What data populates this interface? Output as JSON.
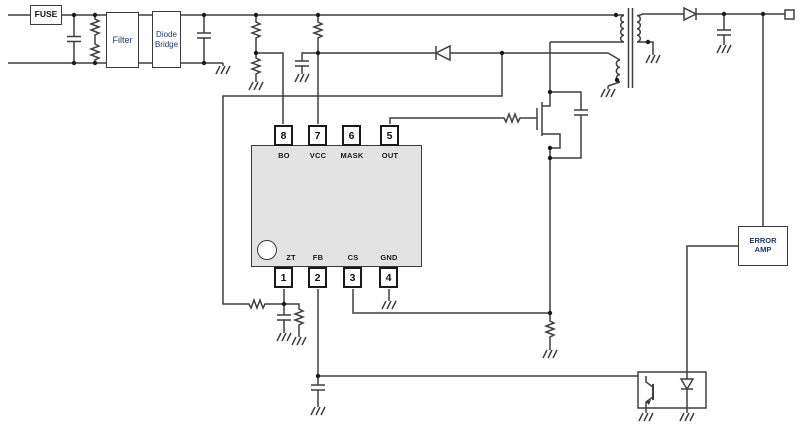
{
  "blocks": {
    "fuse_label": "FUSE",
    "filter_label": "Filter",
    "diode_bridge_line1": "Diode",
    "diode_bridge_line2": "Bridge",
    "error_amp_line1": "ERROR",
    "error_amp_line2": "AMP"
  },
  "ic": {
    "top_pins": [
      {
        "number": "8",
        "label": "BO"
      },
      {
        "number": "7",
        "label": "VCC"
      },
      {
        "number": "6",
        "label": "MASK"
      },
      {
        "number": "5",
        "label": "OUT"
      }
    ],
    "bottom_pins": [
      {
        "number": "1",
        "label": "ZT"
      },
      {
        "number": "2",
        "label": "FB"
      },
      {
        "number": "3",
        "label": "CS"
      },
      {
        "number": "4",
        "label": "GND"
      }
    ]
  },
  "colors": {
    "wire": "#3f3f3f",
    "ic_fill": "#e3e3e3",
    "block_label_blue": "#1f3864",
    "text": "#111111",
    "background": "#ffffff"
  }
}
